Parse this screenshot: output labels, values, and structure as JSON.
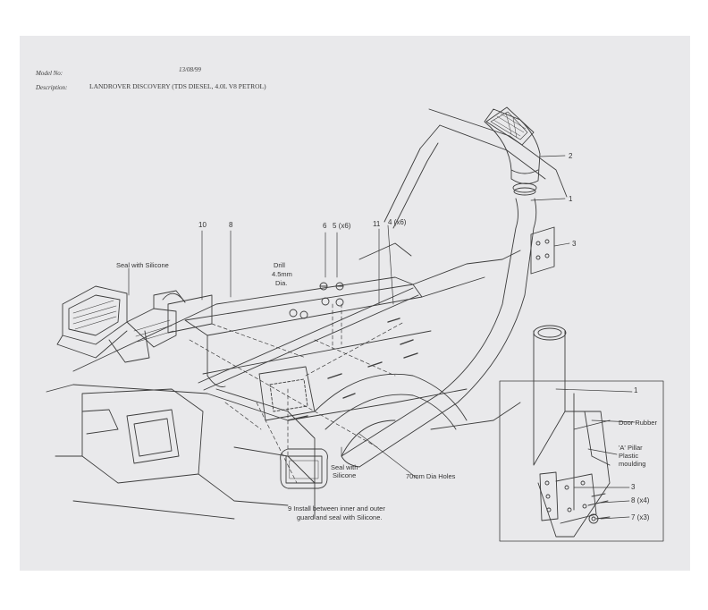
{
  "header": {
    "model_label": "Model No:",
    "date": "13/08/99",
    "description_label": "Description:",
    "description": "LANDROVER DISCOVERY (TDS DIESEL, 4.0L V8 PETROL)"
  },
  "callouts": {
    "c1": "1",
    "c2": "2",
    "c3": "3",
    "c4": "4 (x6)",
    "c5": "5 (x6)",
    "c6": "6",
    "c8": "8",
    "c10": "10",
    "c11": "11",
    "seal_top": "Seal with Silicone",
    "drill_1": "Drill",
    "drill_2": "4.5mm",
    "drill_3": "Dia.",
    "seal_bottom_1": "Seal with",
    "seal_bottom_2": "Silicone",
    "holes": "70mm Dia Holes",
    "note9_1": "9 Install between inner and outer",
    "note9_2": "guard and seal with Silicone."
  },
  "detail": {
    "c1": "1",
    "door_rubber": "Door Rubber",
    "pillar_1": "'A' Pillar",
    "pillar_2": "Plastic",
    "pillar_3": "moulding",
    "c3": "3",
    "c8": "8 (x4)",
    "c7": "7 (x3)"
  }
}
